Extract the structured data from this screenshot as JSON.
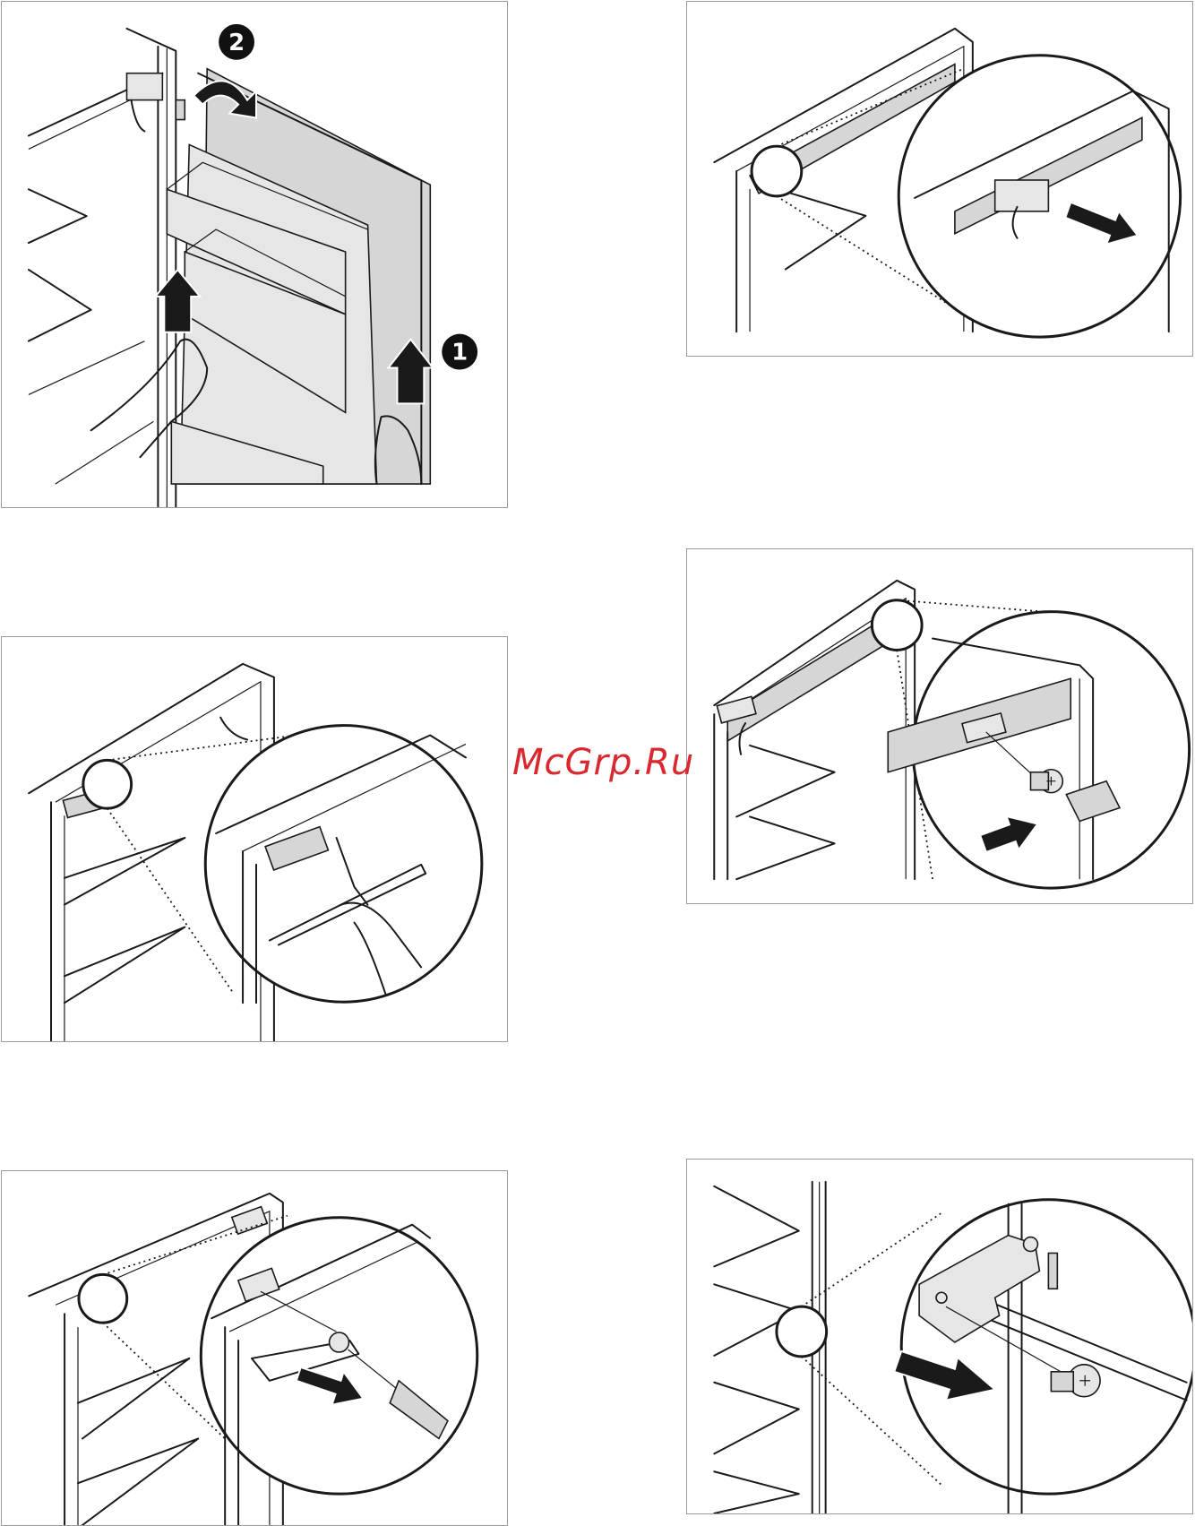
{
  "watermark": {
    "text": "McGrp.Ru",
    "color": "#d9282f"
  },
  "figures": [
    {
      "id": "fig-1",
      "step_badges": [
        "2",
        "1"
      ]
    },
    {
      "id": "fig-2"
    },
    {
      "id": "fig-3"
    },
    {
      "id": "fig-4"
    },
    {
      "id": "fig-5"
    },
    {
      "id": "fig-6"
    }
  ]
}
